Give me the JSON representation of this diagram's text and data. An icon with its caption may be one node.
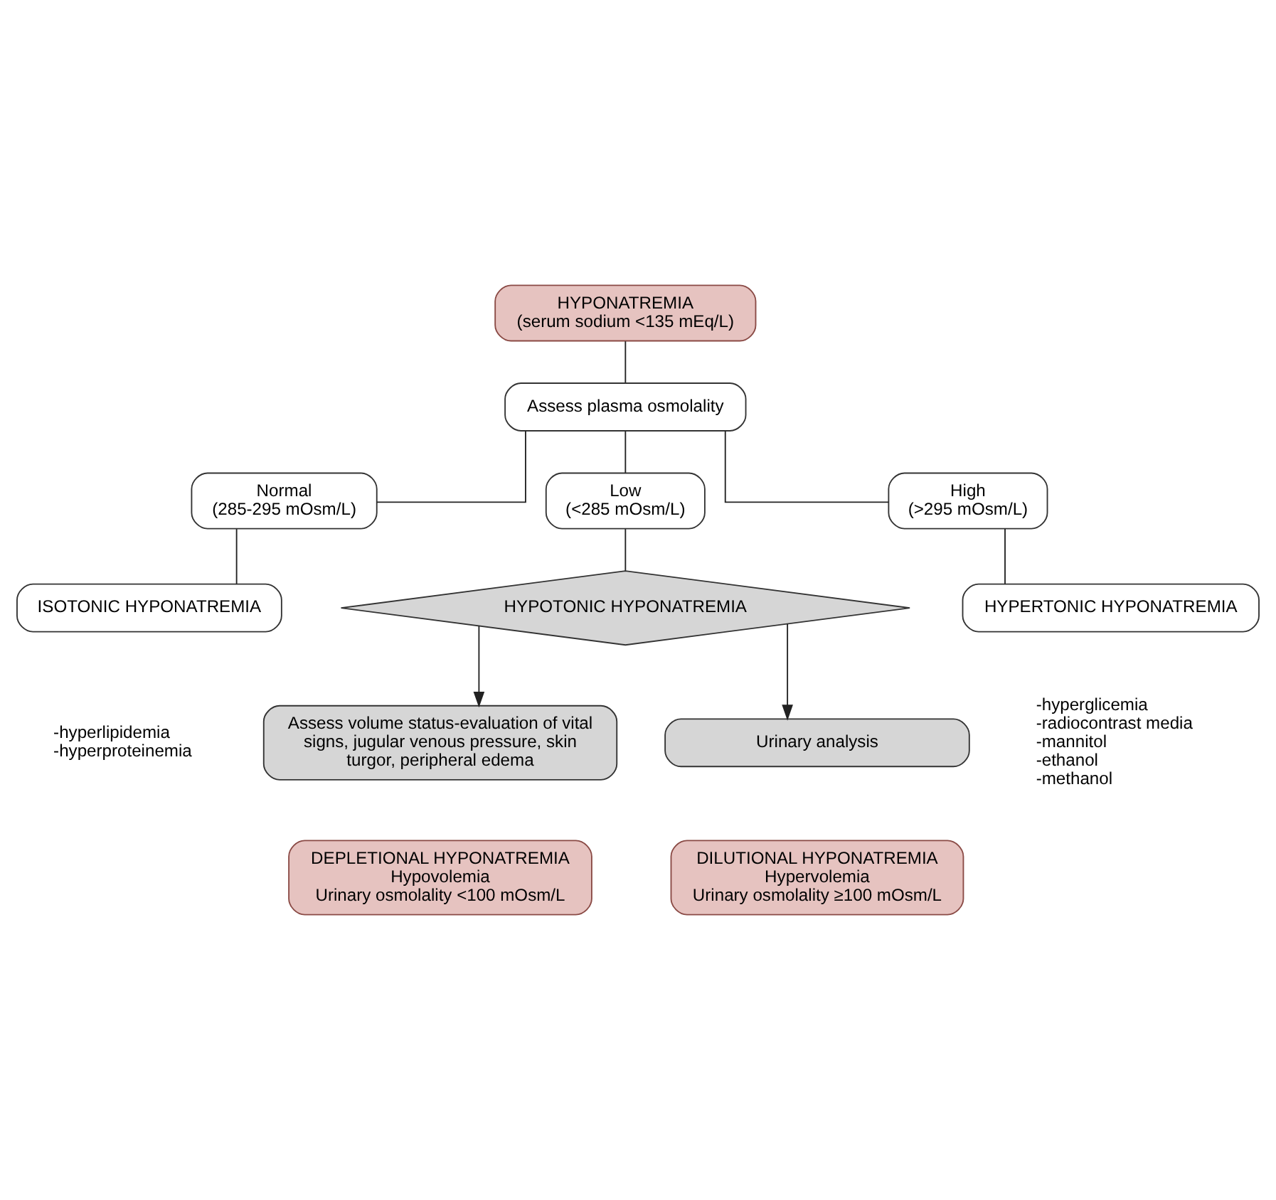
{
  "diagram": {
    "nodes": [
      {
        "text": [
          "HYPONATREMIA",
          "(serum sodium <135 mEq/L)"
        ]
      },
      {
        "text": [
          "Assess plasma osmolality"
        ]
      },
      {
        "text": [
          "Normal",
          "(285-295 mOsm/L)"
        ]
      },
      {
        "text": [
          "Low",
          "(<285 mOsm/L)"
        ]
      },
      {
        "text": [
          "High",
          "(>295 mOsm/L)"
        ]
      },
      {
        "text": [
          "ISOTONIC HYPONATREMIA"
        ],
        "beside": [
          "-hyperlipidemia",
          "-hyperproteinemia"
        ]
      },
      {
        "text": [
          "HYPOTONIC HYPONATREMIA"
        ]
      },
      {
        "text": [
          "HYPERTONIC HYPONATREMIA"
        ],
        "beside": [
          "-hyperglicemia",
          "-radiocontrast media",
          "-mannitol",
          "-ethanol",
          "-methanol"
        ]
      },
      {
        "text": [
          "Assess volume status-evaluation of vital signs, jugular venous pressure, skin turgor, peripheral edema"
        ]
      },
      {
        "text": [
          "Urinary analysis"
        ]
      },
      {
        "text": [
          "DEPLETIONAL HYPONATREMIA",
          "Hypovolemia",
          "Urinary osmolality <100 mOsm/L"
        ]
      },
      {
        "text": [
          "DILUTIONAL HYPONATREMIA",
          "Hypervolemia",
          "Urinary osmolality ≥100 mOsm/L"
        ]
      }
    ],
    "edges": [
      {
        "from": 0,
        "to": 1,
        "arrow": "none"
      },
      {
        "from": 1,
        "to": 2,
        "arrow": "none"
      },
      {
        "from": 1,
        "to": 3,
        "arrow": "none"
      },
      {
        "from": 1,
        "to": 4,
        "arrow": "none"
      },
      {
        "from": 2,
        "to": 5,
        "arrow": "none"
      },
      {
        "from": 3,
        "to": 6,
        "arrow": "none"
      },
      {
        "from": 4,
        "to": 7,
        "arrow": "none"
      },
      {
        "from": 6,
        "to": 8,
        "arrow": "to"
      },
      {
        "from": 6,
        "to": 9,
        "arrow": "to"
      }
    ]
  }
}
